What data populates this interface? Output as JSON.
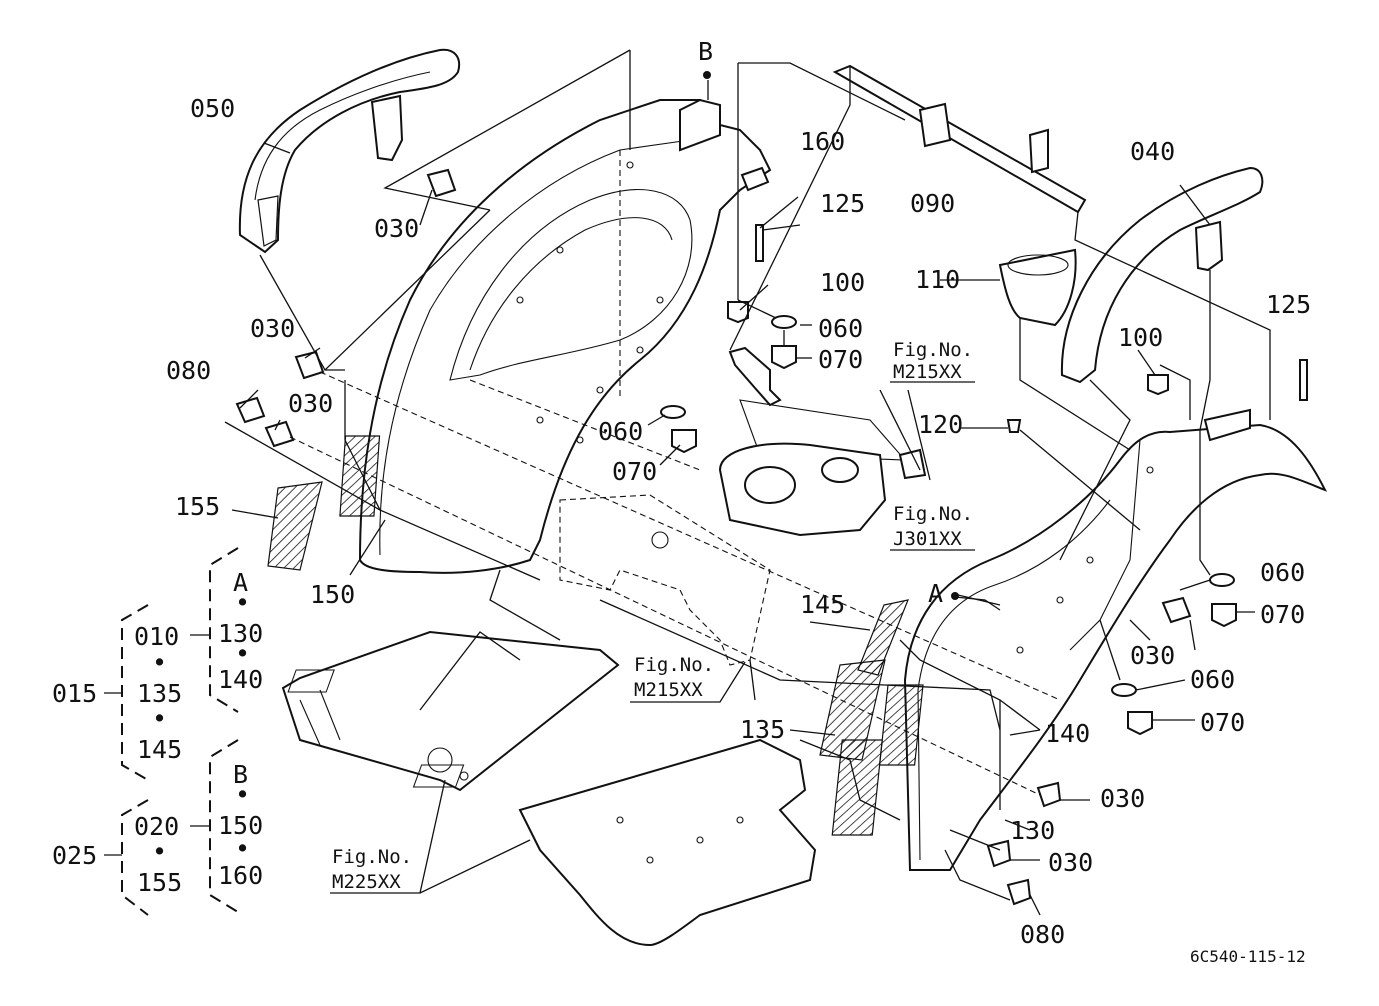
{
  "labels": {
    "p050": "050",
    "p030a": "030",
    "p030b": "030",
    "p030c": "030",
    "p080a": "080",
    "pB": "B",
    "p160": "160",
    "p125a": "125",
    "p090": "090",
    "p040": "040",
    "p110": "110",
    "p100a": "100",
    "p060a": "060",
    "p070a": "070",
    "p125b": "125",
    "p100b": "100",
    "p120": "120",
    "p060b": "060",
    "p070b": "070",
    "p155": "155",
    "p150": "150",
    "pA": "A",
    "p145": "145",
    "p060c": "060",
    "p070c": "070",
    "p030d": "030",
    "p060d": "060",
    "p070d": "070",
    "p140": "140",
    "p135": "135",
    "p030e": "030",
    "p130": "130",
    "p030f": "030",
    "p080b": "080"
  },
  "figure_refs": {
    "ref1": [
      "Fig.No.",
      "M215XX"
    ],
    "ref2": [
      "Fig.No.",
      "J301XX"
    ],
    "ref3": [
      "Fig.No.",
      "M215XX"
    ],
    "ref4": [
      "Fig.No.",
      "M225XX"
    ]
  },
  "legend": {
    "group_A": "A",
    "group_A_items": [
      "130",
      "140"
    ],
    "group_B": "B",
    "group_B_items": [
      "150",
      "160"
    ],
    "set_010": "010",
    "set_010_items": [
      "135",
      "145"
    ],
    "set_020": "020",
    "set_020_items": [
      "155"
    ],
    "assy_015": "015",
    "assy_025": "025",
    "dot": "•"
  },
  "drawing_code": "6C540-115-12"
}
